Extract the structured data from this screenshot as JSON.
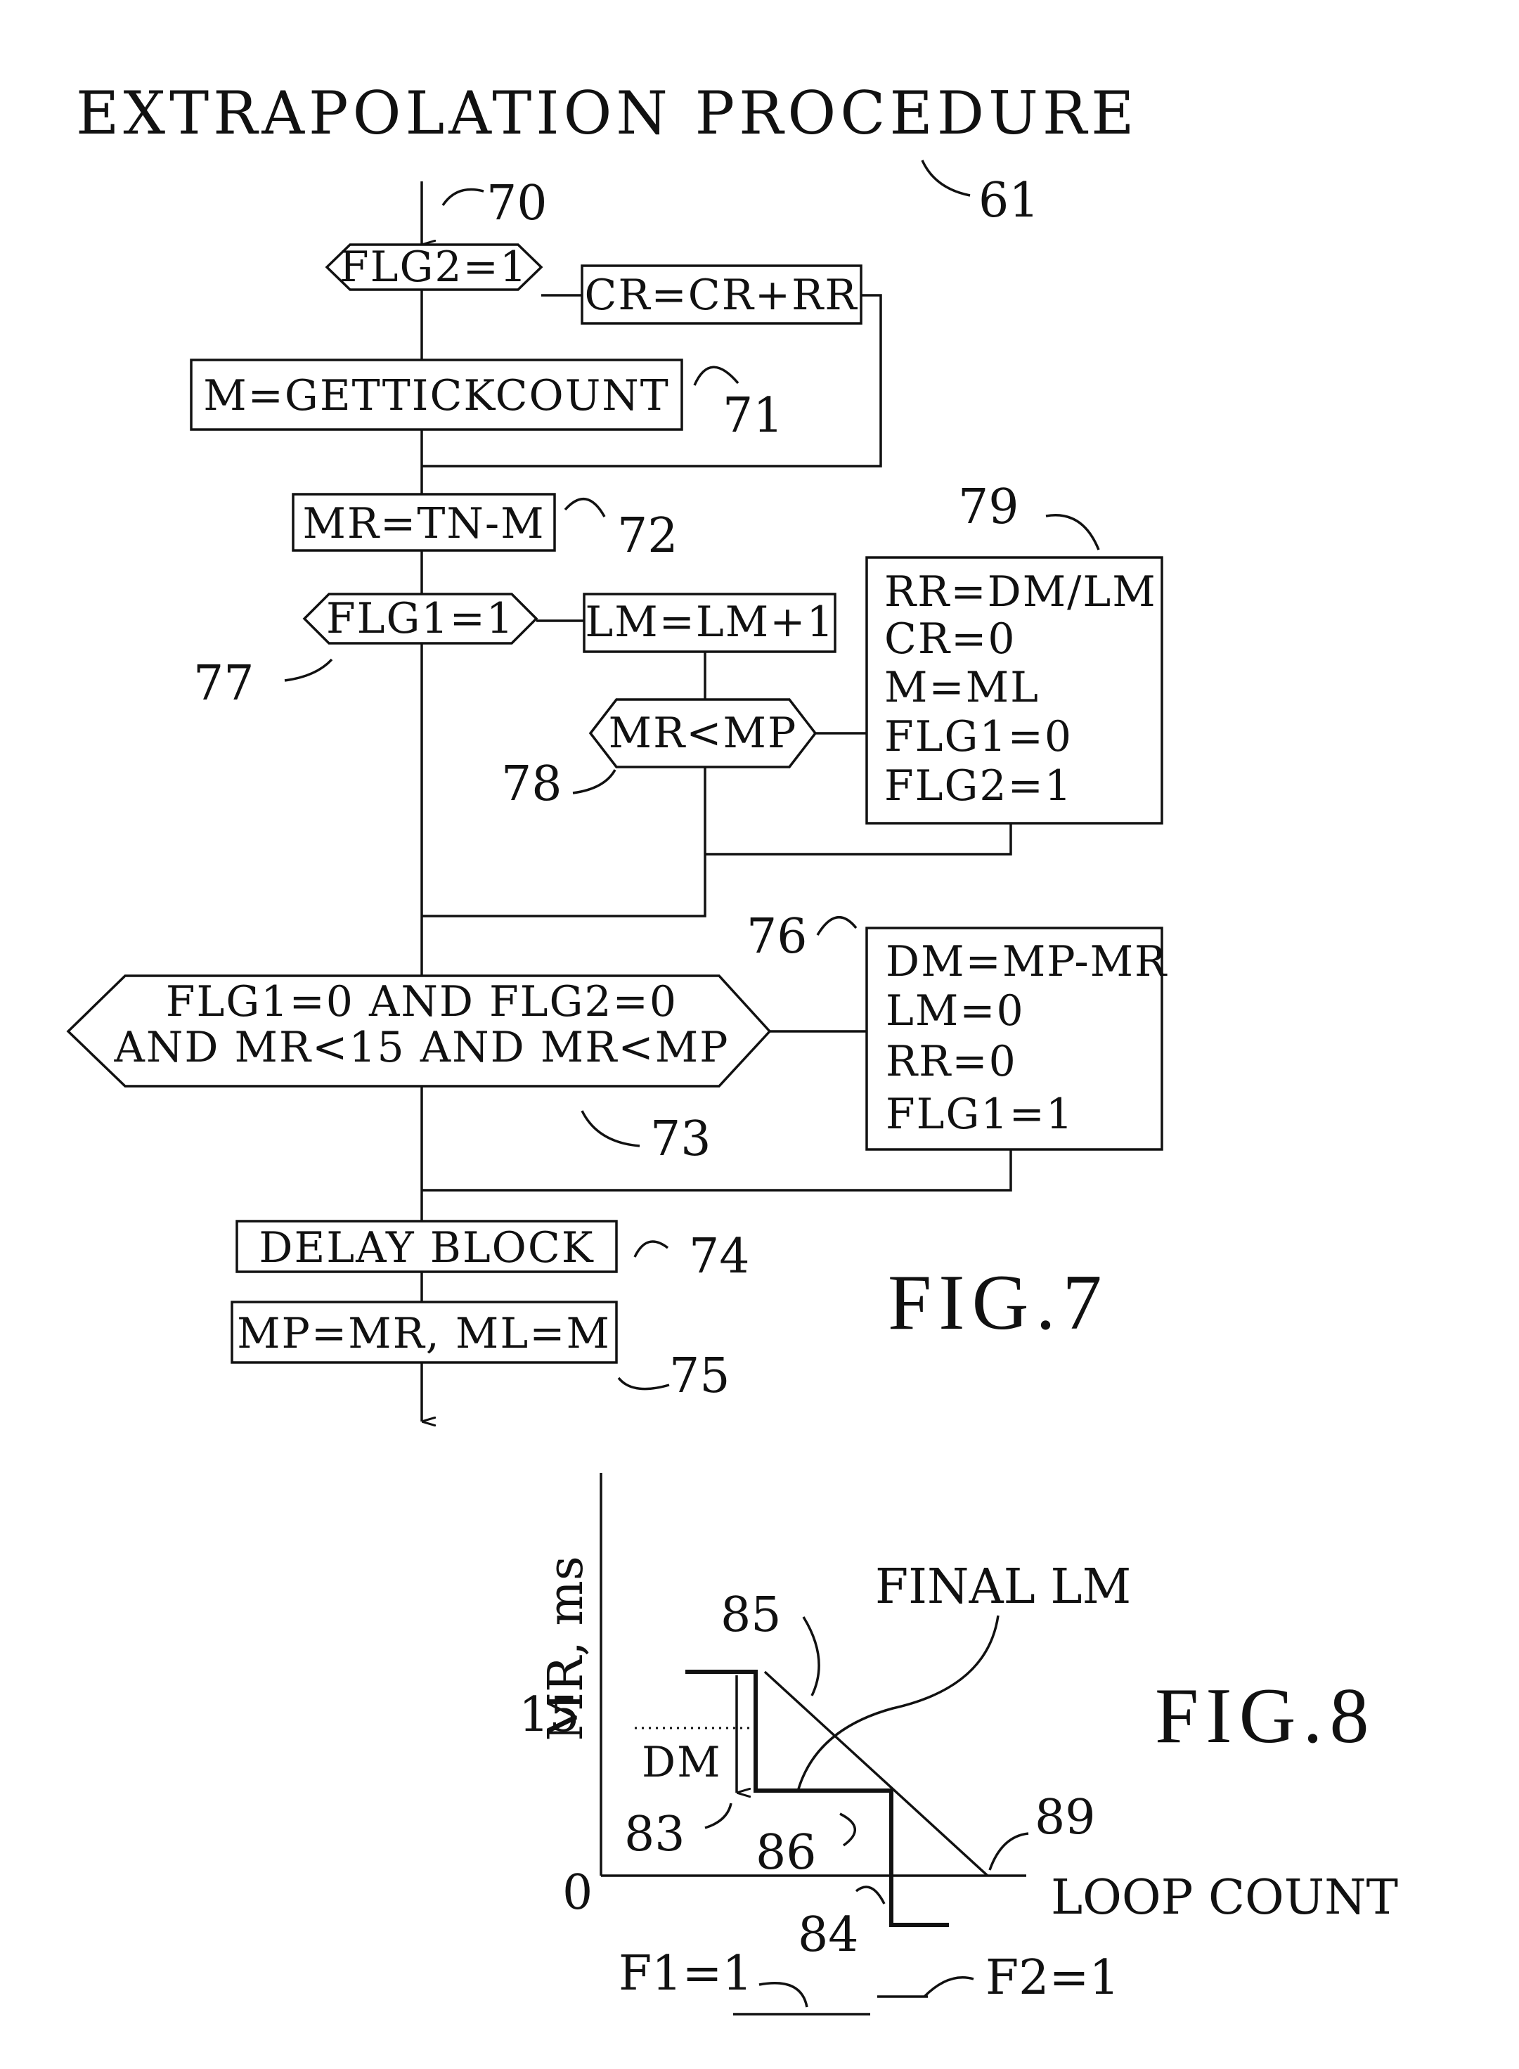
{
  "title": "EXTRAPOLATION PROCEDURE",
  "fig7": {
    "label": "FIG.7",
    "refs": {
      "r61": "61",
      "r70": "70",
      "r71": "71",
      "r72": "72",
      "r73": "73",
      "r74": "74",
      "r75": "75",
      "r76": "76",
      "r77": "77",
      "r78": "78",
      "r79": "79"
    },
    "nodes": {
      "flg2_check": "FLG2=1",
      "cr_update": "CR=CR+RR",
      "gettick": "M=GETTICKCOUNT",
      "mr_calc": "MR=TN-M",
      "flg1_check": "FLG1=1",
      "lm_inc": "LM=LM+1",
      "mr_mp_check": "MR<MP",
      "block79": [
        "RR=DM/LM",
        "CR=0",
        "M=ML",
        "FLG1=0",
        "FLG2=1"
      ],
      "big_cond": [
        "FLG1=0  AND  FLG2=0",
        "AND  MR<15  AND  MR<MP"
      ],
      "block76": [
        "DM=MP-MR",
        "LM=0",
        "RR=0",
        "FLG1=1"
      ],
      "delay": "DELAY  BLOCK",
      "mp_ml": "MP=MR,  ML=M"
    }
  },
  "fig8": {
    "label": "FIG.8",
    "y_axis_label": "MR, ms",
    "x_axis_label": "LOOP  COUNT",
    "tick_15": "15",
    "tick_0": "0",
    "dm": "DM",
    "final_lm": "FINAL  LM",
    "f1": "F1=1",
    "f2": "F2=1",
    "refs": {
      "r83": "83",
      "r84": "84",
      "r85": "85",
      "r86": "86",
      "r89": "89"
    }
  }
}
